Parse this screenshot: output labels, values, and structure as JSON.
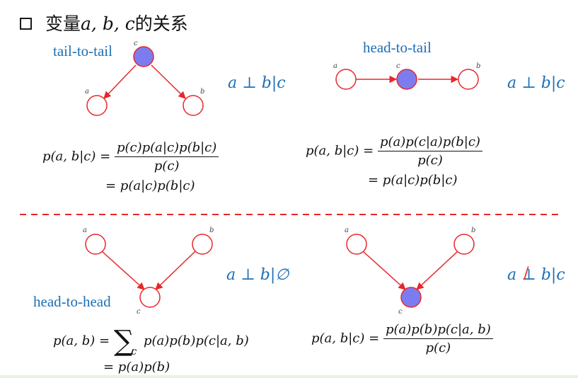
{
  "title": {
    "prefix": "变量",
    "vars": "a, b, c",
    "suffix": "的关系"
  },
  "panels": {
    "tail_to_tail": {
      "label": "tail-to-tail",
      "independence": "a ⊥ b|c",
      "eq_line1_lhs": "p(a, b|c) =",
      "eq_line1_num": "p(c)p(a|c)p(b|c)",
      "eq_line1_den": "p(c)",
      "eq_line2": "= p(a|c)p(b|c)"
    },
    "head_to_tail": {
      "label": "head-to-tail",
      "independence": "a ⊥ b|c",
      "eq_line1_lhs": "p(a, b|c) =",
      "eq_line1_num": "p(a)p(c|a)p(b|c)",
      "eq_line1_den": "p(c)",
      "eq_line2": "= p(a|c)p(b|c)"
    },
    "head_to_head_unobserved": {
      "label": "head-to-head",
      "independence": "a ⊥ b|∅",
      "eq_line1_lhs": "p(a, b) =",
      "eq_sum_sub": "c",
      "eq_line1_rhs": "p(a)p(b)p(c|a, b)",
      "eq_line2": "= p(a)p(b)"
    },
    "head_to_head_observed": {
      "independence_a": "a",
      "independence_perp": "⊥",
      "independence_rest": "b|c",
      "eq_line1_lhs": "p(a, b|c) =",
      "eq_line1_num": "p(a)p(b)p(c|a, b)",
      "eq_line1_den": "p(c)"
    }
  },
  "node_labels": {
    "a": "a",
    "b": "b",
    "c": "c"
  },
  "colors": {
    "node_edge": "#e8262a",
    "observed_fill": "#7c7cf0",
    "accent_blue": "#1f6fb5",
    "divider": "#e8262a"
  }
}
